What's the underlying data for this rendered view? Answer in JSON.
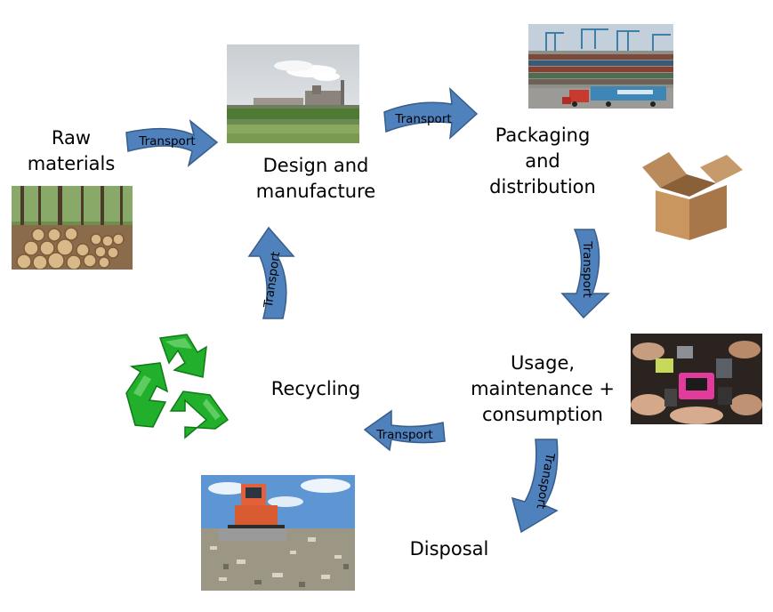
{
  "stages": {
    "raw_materials": "Raw\nmaterials",
    "design_manufacture": "Design and\nmanufacture",
    "packaging_distribution": "Packaging\nand\ndistribution",
    "usage": "Usage,\nmaintenance +\nconsumption",
    "recycling": "Recycling",
    "disposal": "Disposal"
  },
  "arrows": {
    "raw_to_design": "Transport",
    "design_to_packaging": "Transport",
    "packaging_to_usage": "Transport",
    "usage_to_recycling": "Transport",
    "recycling_to_design": "Transport",
    "usage_to_disposal": "Transport"
  },
  "photos": {
    "factory": "factory-photo",
    "shipping_port": "shipping-port-photo",
    "logs": "logs-photo",
    "cardboard_box": "cardboard-box-photo",
    "phones": "mobile-phones-photo",
    "landfill": "landfill-bulldozer-photo",
    "recycle_symbol": "recycle-icon"
  },
  "colors": {
    "arrow_fill": "#4f81bd",
    "arrow_stroke": "#385d8a",
    "recycle_green": "#22b02c"
  }
}
